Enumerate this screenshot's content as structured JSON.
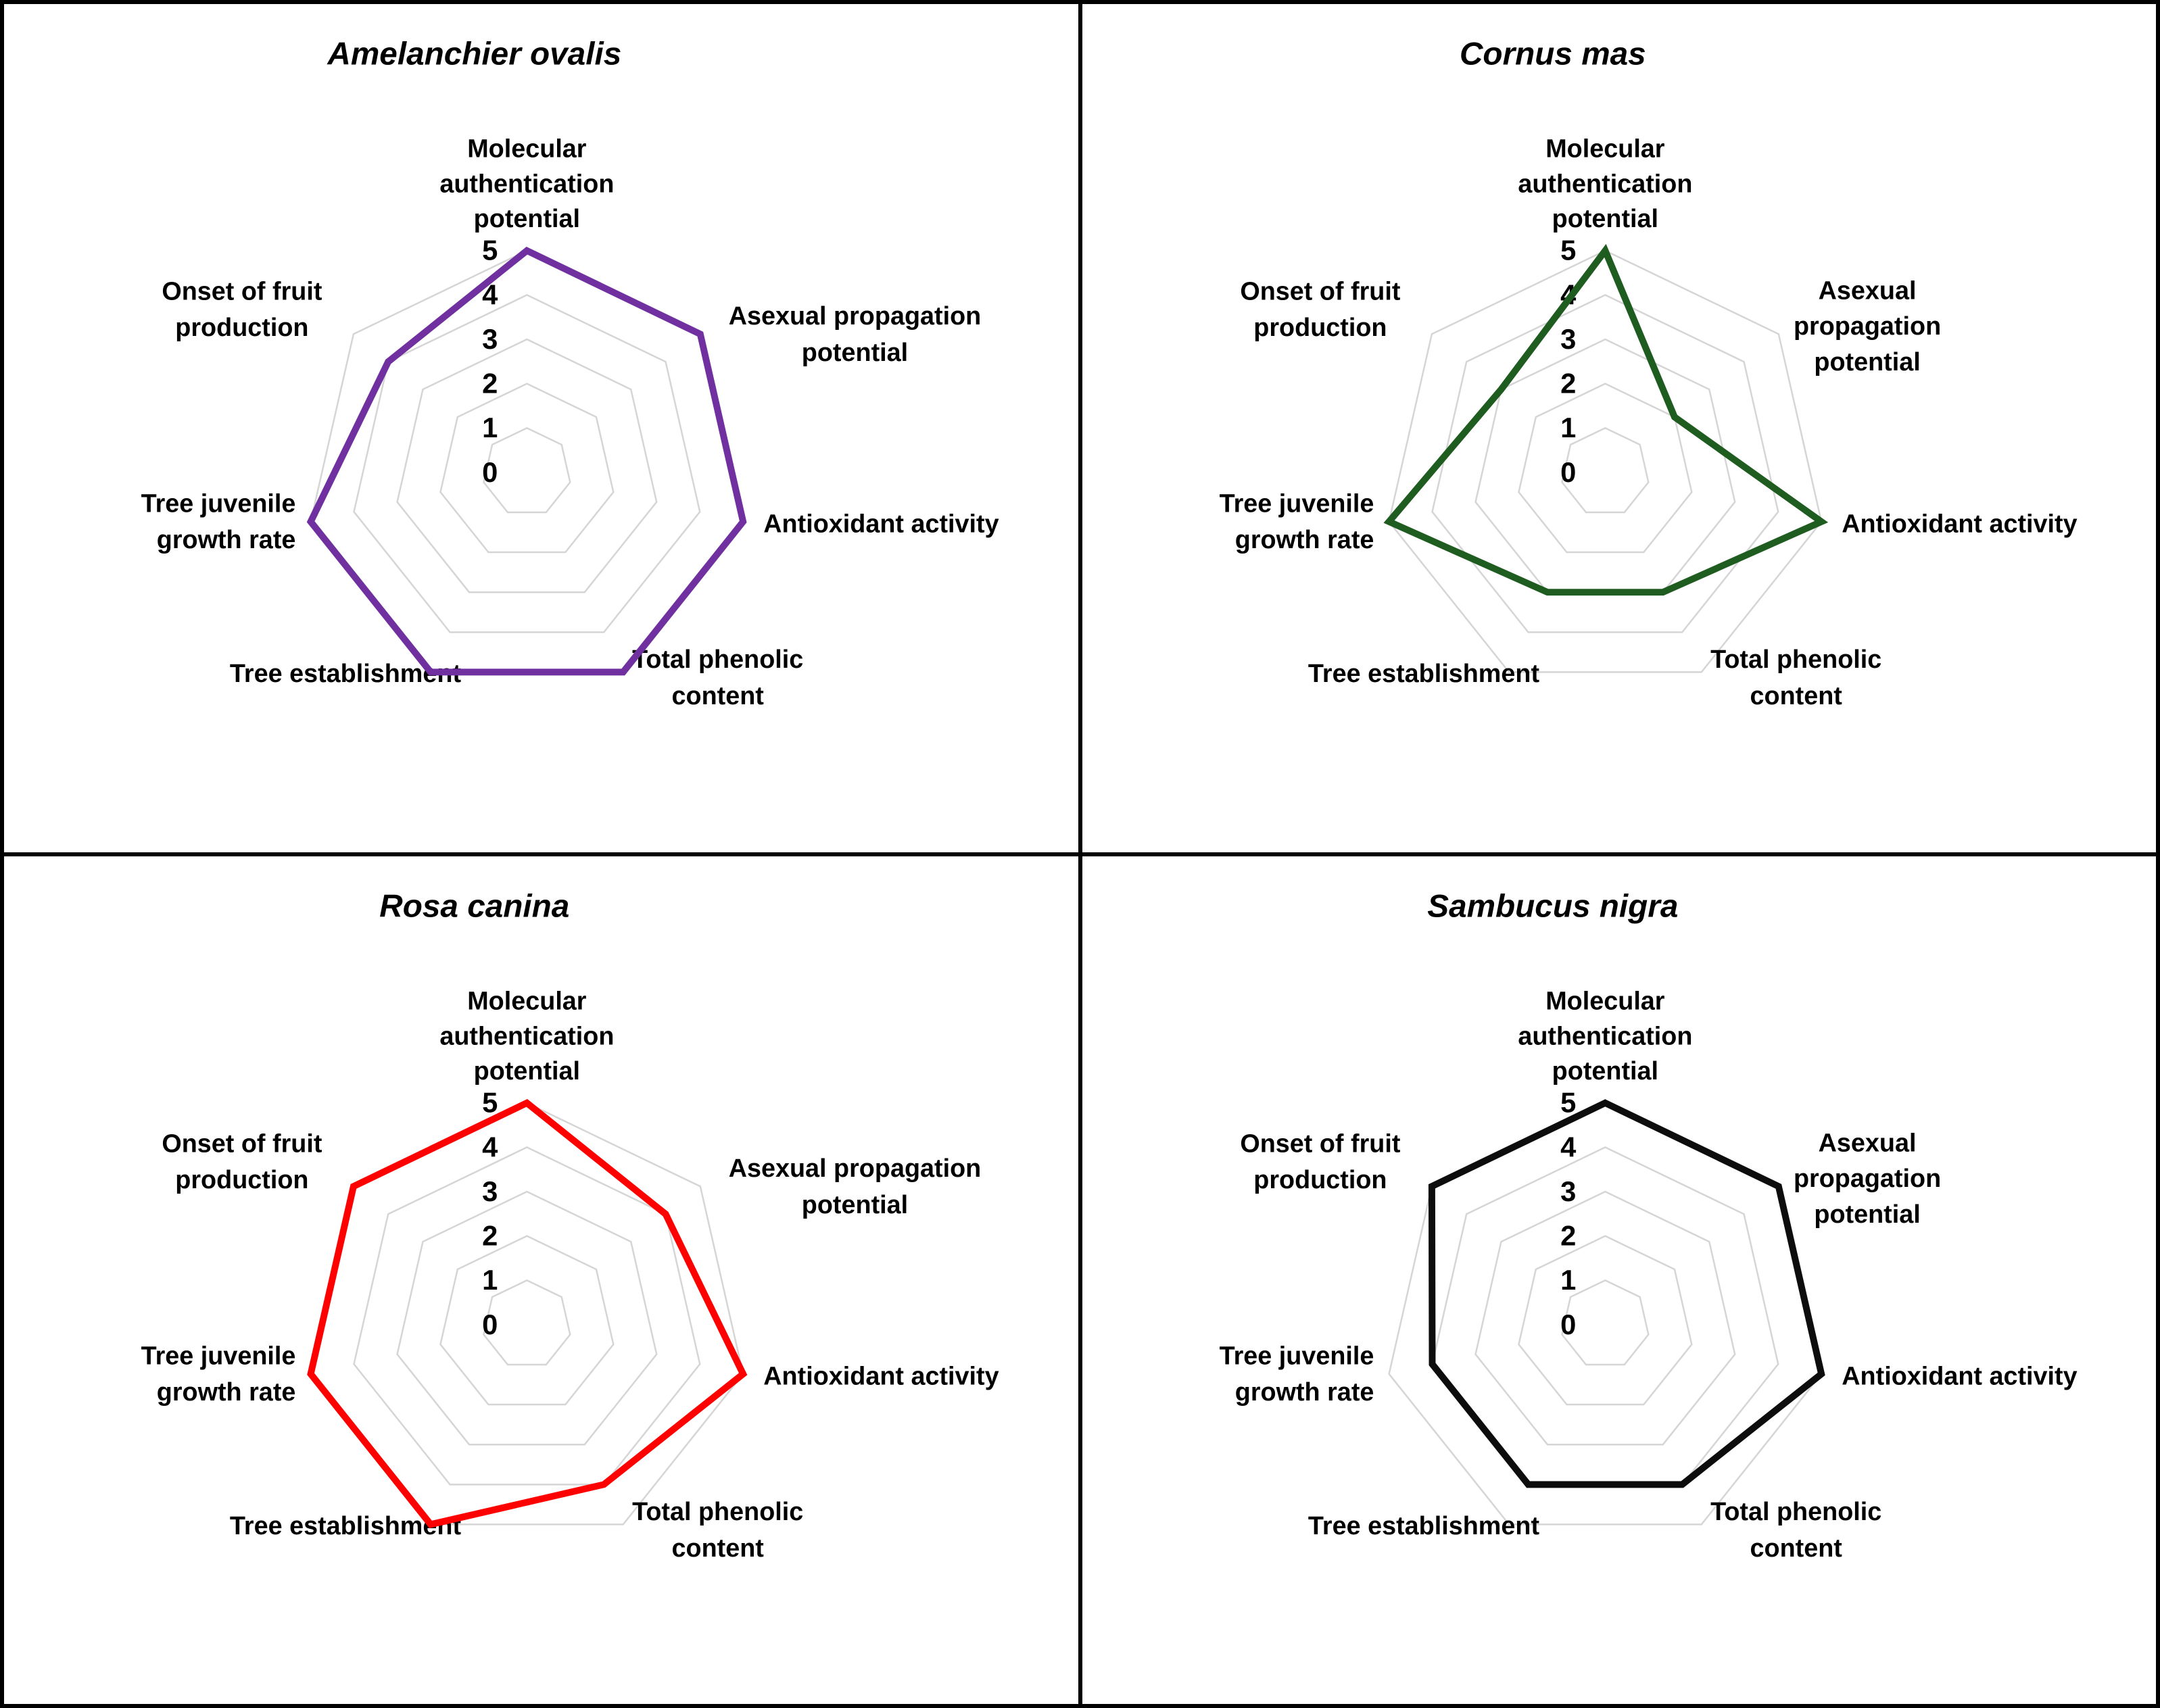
{
  "figure": {
    "layout": "2x2 grid of radar charts",
    "background": "#FFFFFF",
    "border_color": "#000000"
  },
  "scale": {
    "min": 0,
    "max": 5,
    "tick_labels": [
      "0",
      "1",
      "2",
      "3",
      "4",
      "5"
    ],
    "grid_color": "#D5D5D5",
    "grid_shape": "heptagon-rings",
    "spokes": "none"
  },
  "chart_data": [
    {
      "type": "radar",
      "title": "Amelanchier ovalis",
      "line_color": "#7030A0",
      "ylim": [
        0,
        5
      ],
      "legend": "none",
      "categories": [
        "Molecular authentication potential",
        "Asexual propagation potential",
        "Antioxidant activity",
        "Total phenolic content",
        "Tree establishment",
        "Tree juvenile growth rate",
        "Onset of fruit production"
      ],
      "values": [
        5,
        5,
        5,
        5,
        5,
        5,
        4
      ],
      "axis_label_lines": [
        [
          "Molecular",
          "authentication",
          "potential"
        ],
        [
          "Asexual propagation",
          "potential"
        ],
        [
          "Antioxidant activity"
        ],
        [
          "Total phenolic",
          "content"
        ],
        [
          "Tree establishment"
        ],
        [
          "Tree juvenile",
          "growth rate"
        ],
        [
          "Onset of fruit",
          "production"
        ]
      ]
    },
    {
      "type": "radar",
      "title": "Cornus mas",
      "line_color": "#1F5C1F",
      "ylim": [
        0,
        5
      ],
      "legend": "none",
      "categories": [
        "Molecular authentication potential",
        "Asexual propagation potential",
        "Antioxidant activity",
        "Total phenolic content",
        "Tree establishment",
        "Tree juvenile growth rate",
        "Onset of fruit production"
      ],
      "values": [
        5,
        2,
        5,
        3,
        3,
        5,
        3
      ],
      "axis_label_lines": [
        [
          "Molecular",
          "authentication",
          "potential"
        ],
        [
          "Asexual",
          "propagation",
          "potential"
        ],
        [
          "Antioxidant activity"
        ],
        [
          "Total phenolic",
          "content"
        ],
        [
          "Tree establishment"
        ],
        [
          "Tree juvenile",
          "growth rate"
        ],
        [
          "Onset of fruit",
          "production"
        ]
      ]
    },
    {
      "type": "radar",
      "title": "Rosa canina",
      "line_color": "#FF0000",
      "ylim": [
        0,
        5
      ],
      "legend": "none",
      "categories": [
        "Molecular authentication potential",
        "Asexual propagation potential",
        "Antioxidant activity",
        "Total phenolic content",
        "Tree establishment",
        "Tree juvenile growth rate",
        "Onset of fruit production"
      ],
      "values": [
        5,
        4,
        5,
        4,
        5,
        5,
        5
      ],
      "axis_label_lines": [
        [
          "Molecular",
          "authentication",
          "potential"
        ],
        [
          "Asexual propagation",
          "potential"
        ],
        [
          "Antioxidant activity"
        ],
        [
          "Total phenolic",
          "content"
        ],
        [
          "Tree establishment"
        ],
        [
          "Tree juvenile",
          "growth rate"
        ],
        [
          "Onset of fruit",
          "production"
        ]
      ]
    },
    {
      "type": "radar",
      "title": "Sambucus nigra",
      "line_color": "#0D0D0D",
      "ylim": [
        0,
        5
      ],
      "legend": "none",
      "categories": [
        "Molecular authentication potential",
        "Asexual propagation potential",
        "Antioxidant activity",
        "Total phenolic content",
        "Tree establishment",
        "Tree juvenile growth rate",
        "Onset of fruit production"
      ],
      "values": [
        5,
        5,
        5,
        4,
        4,
        4,
        5
      ],
      "axis_label_lines": [
        [
          "Molecular",
          "authentication",
          "potential"
        ],
        [
          "Asexual",
          "propagation",
          "potential"
        ],
        [
          "Antioxidant activity"
        ],
        [
          "Total phenolic",
          "content"
        ],
        [
          "Tree establishment"
        ],
        [
          "Tree juvenile",
          "growth rate"
        ],
        [
          "Onset of fruit",
          "production"
        ]
      ]
    }
  ]
}
